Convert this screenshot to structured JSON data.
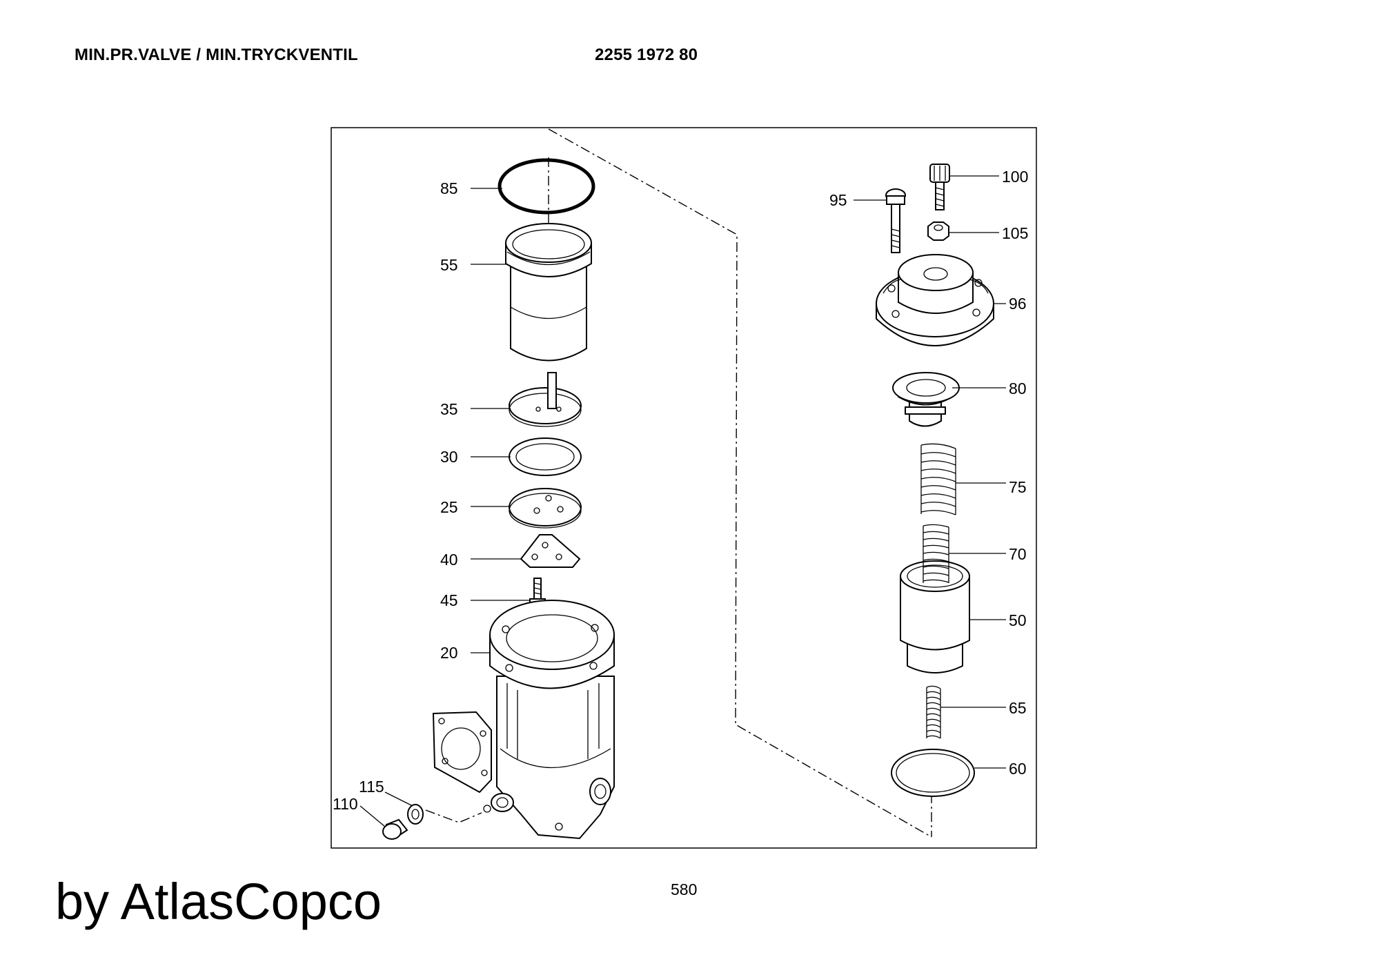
{
  "header": {
    "title": "MIN.PR.VALVE / MIN.TRYCKVENTIL",
    "part_number": "2255 1972 80"
  },
  "footer": {
    "page_number": "580",
    "brand": "by AtlasCopco"
  },
  "callouts": {
    "c85": "85",
    "c55": "55",
    "c35": "35",
    "c30": "30",
    "c25": "25",
    "c40": "40",
    "c45": "45",
    "c20": "20",
    "c115": "115",
    "c110": "110",
    "c100": "100",
    "c95": "95",
    "c105": "105",
    "c96": "96",
    "c80": "80",
    "c75": "75",
    "c70": "70",
    "c50": "50",
    "c65": "65",
    "c60": "60"
  }
}
